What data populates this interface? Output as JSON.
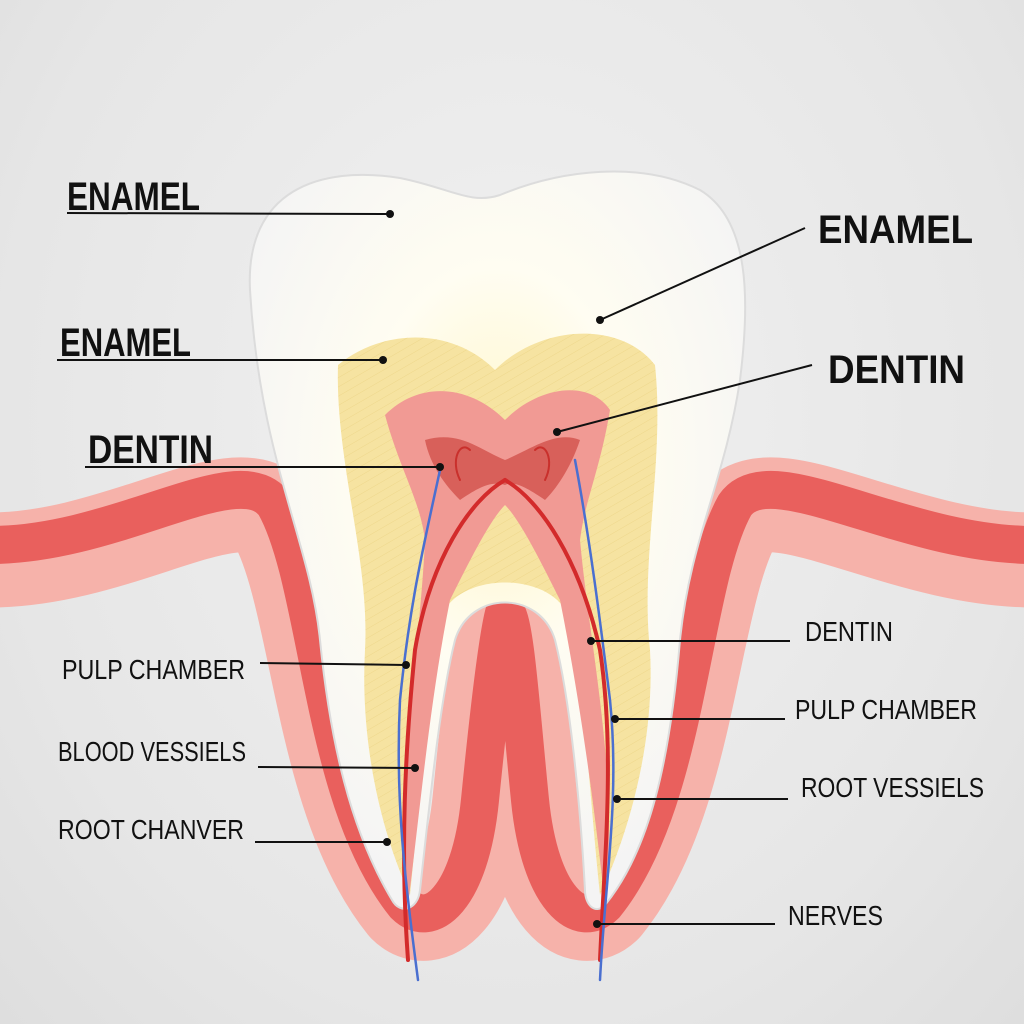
{
  "colors": {
    "background": "#e8e8e8",
    "enamel": "#ffffff",
    "dentin": "#f6e3a1",
    "pulp": "#f19a94",
    "gum_light": "#f6b2aa",
    "gum_dark": "#e9605d",
    "vessel_red": "#d32b2b",
    "nerve_blue": "#4a6fd0"
  },
  "labels": [
    {
      "text": "ENAMEL",
      "side": "left"
    },
    {
      "text": "ENAMEL",
      "side": "right"
    },
    {
      "text": "ENAMEL",
      "side": "left"
    },
    {
      "text": "DENTIN",
      "side": "right"
    },
    {
      "text": "DENTIN",
      "side": "left"
    },
    {
      "text": "DENTIN",
      "side": "right"
    },
    {
      "text": "PULP CHAMBER",
      "side": "left"
    },
    {
      "text": "PULP CHAMBER",
      "side": "right"
    },
    {
      "text": "BLOOD VESSIELS",
      "side": "left"
    },
    {
      "text": "ROOT VESSIELS",
      "side": "right"
    },
    {
      "text": "ROOT CHANVER",
      "side": "left"
    },
    {
      "text": "NERVES",
      "side": "right"
    }
  ]
}
